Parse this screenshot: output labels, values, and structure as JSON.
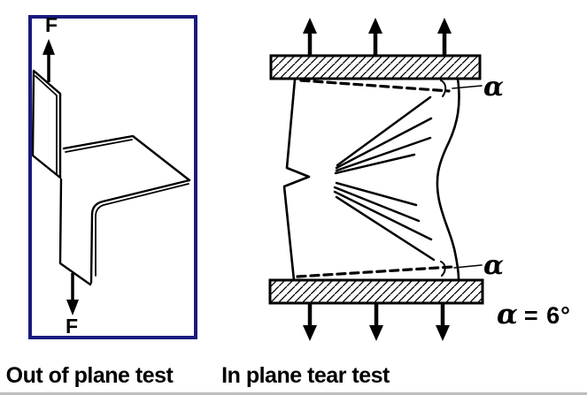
{
  "figure": {
    "colors": {
      "ink": "#000000",
      "background": "#ffffff",
      "frame_blue": "#1a1a7e"
    },
    "left_panel": {
      "caption": "Out of plane test",
      "force_top": "F",
      "force_bottom": "F"
    },
    "right_panel": {
      "caption": "In plane tear test",
      "angle_top": "α",
      "angle_bottom": "α",
      "angle_value_symbol": "α",
      "angle_value_rest": "= 6°"
    }
  }
}
